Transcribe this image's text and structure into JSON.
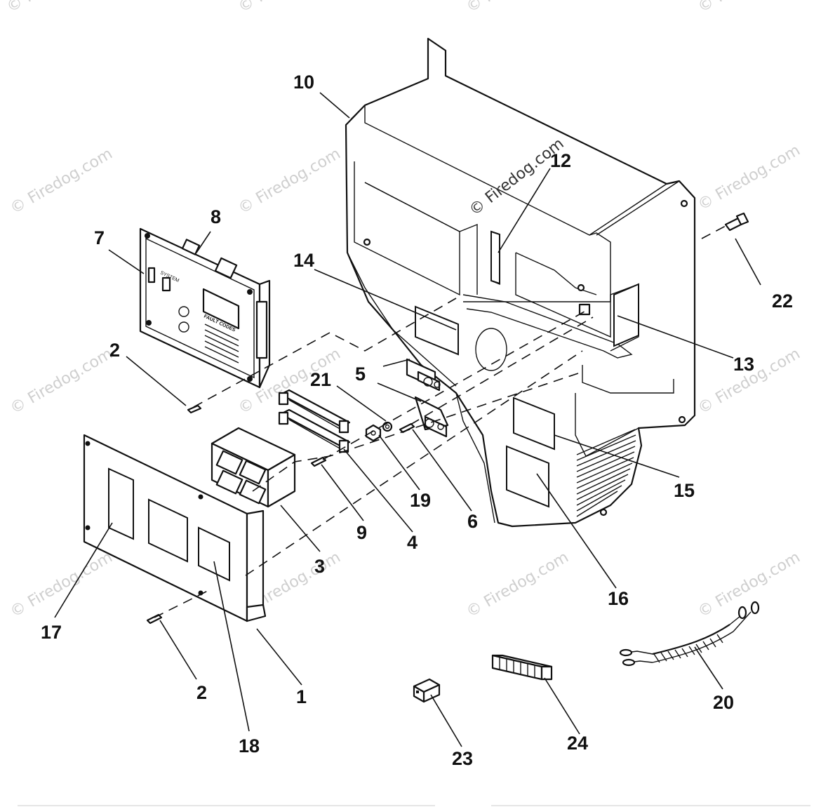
{
  "diagram": {
    "watermark": "© Firedog.com",
    "callouts": {
      "c1": "1",
      "c2a": "2",
      "c2b": "2",
      "c3": "3",
      "c4": "4",
      "c5": "5",
      "c6": "6",
      "c7": "7",
      "c8": "8",
      "c9": "9",
      "c10": "10",
      "c12": "12",
      "c13": "13",
      "c14": "14",
      "c15": "15",
      "c16": "16",
      "c17": "17",
      "c18": "18",
      "c19": "19",
      "c20": "20",
      "c21": "21",
      "c22": "22",
      "c23": "23",
      "c24": "24"
    },
    "panel_text": {
      "system": "SYSTEM",
      "fault_codes": "FAULT CODES"
    }
  }
}
